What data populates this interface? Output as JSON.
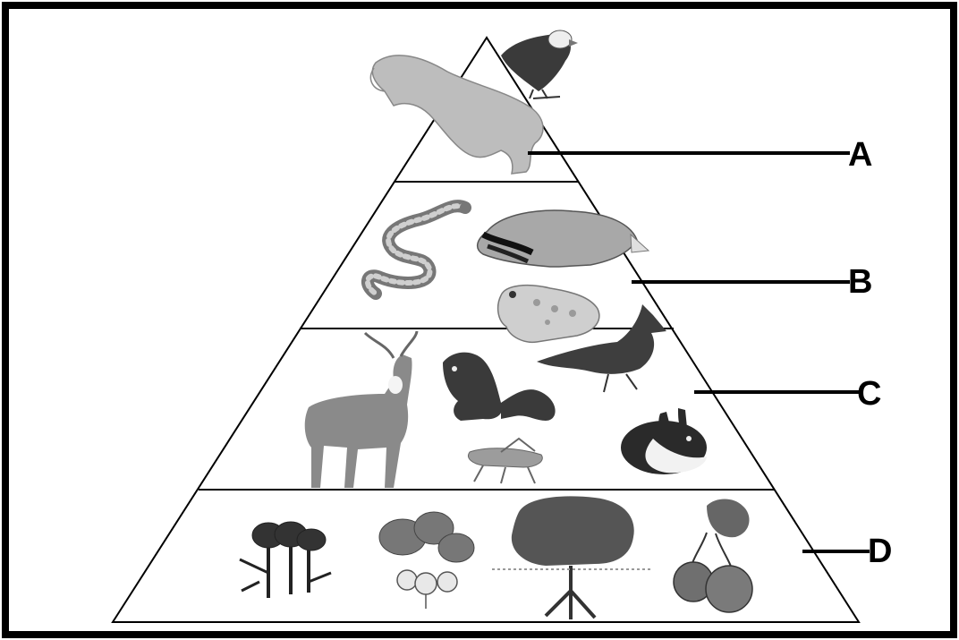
{
  "diagram": {
    "levels": [
      {
        "label": "A",
        "organisms": [
          "cougar-icon",
          "eagle-icon"
        ]
      },
      {
        "label": "B",
        "organisms": [
          "snake-icon",
          "badger-icon",
          "frog-icon"
        ]
      },
      {
        "label": "C",
        "organisms": [
          "deer-icon",
          "squirrel-icon",
          "cardinal-icon",
          "grasshopper-icon",
          "rabbit-icon"
        ]
      },
      {
        "label": "D",
        "organisms": [
          "wheat-icon",
          "radish-icon",
          "tree-icon",
          "cherry-icon"
        ]
      }
    ]
  }
}
